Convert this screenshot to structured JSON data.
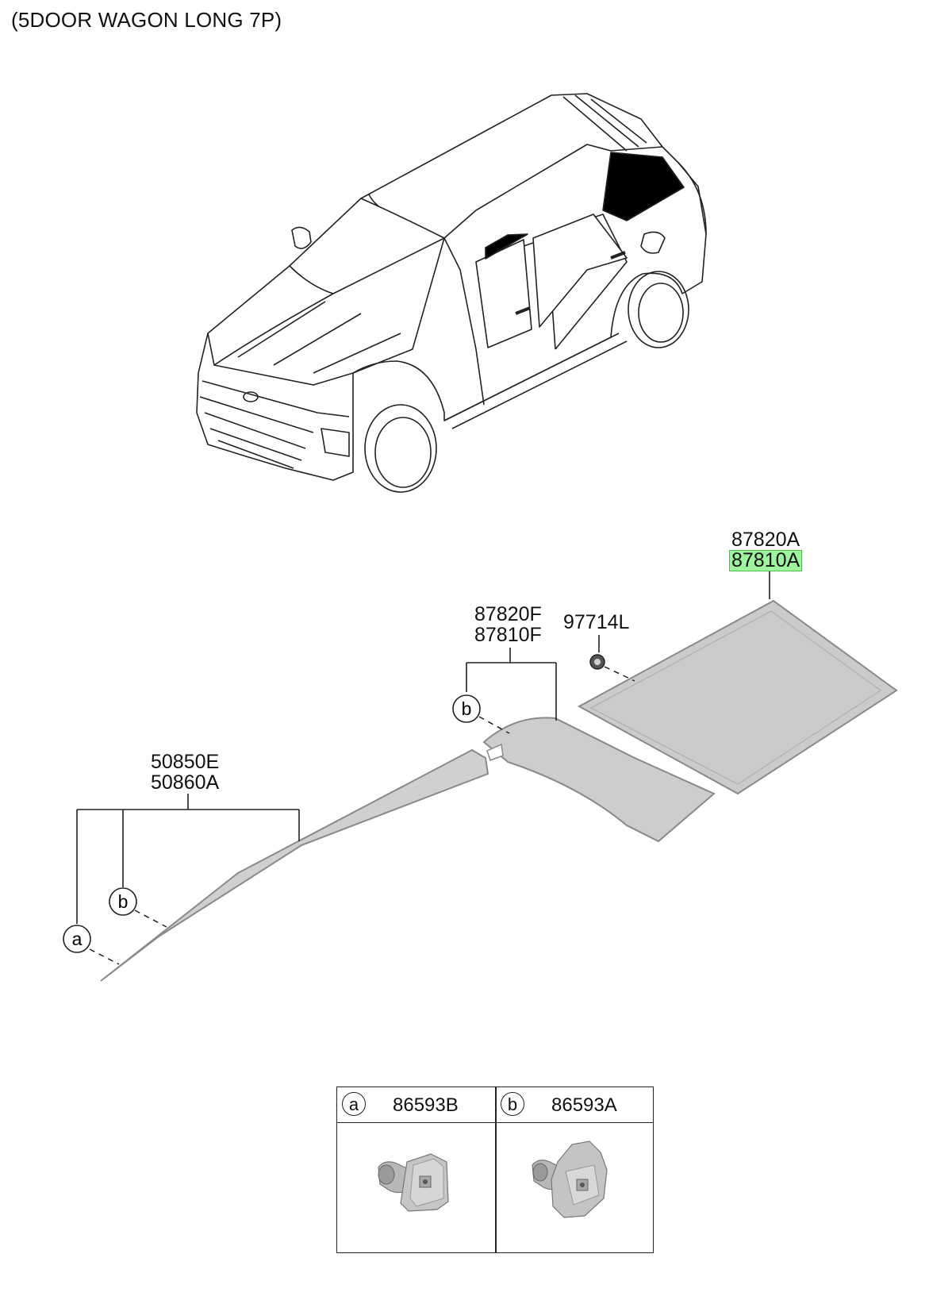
{
  "header": {
    "title": "(5DOOR WAGON LONG 7P)"
  },
  "callouts": {
    "quarter_glass_top": "87820A",
    "quarter_glass_bottom": "87810A",
    "moulding_rear_top": "87820F",
    "moulding_rear_bottom": "87810F",
    "nut": "97714L",
    "moulding_front_top": "50850E",
    "moulding_front_bottom": "50860A",
    "ref_a": "a",
    "ref_b1": "b",
    "ref_b2": "b"
  },
  "legend": {
    "cells": [
      {
        "letter": "a",
        "part": "86593B"
      },
      {
        "letter": "b",
        "part": "86593A"
      }
    ]
  },
  "colors": {
    "highlight": "#9ef59e",
    "part_fill": "#cfcfcf",
    "glass_dark": "#000000"
  }
}
